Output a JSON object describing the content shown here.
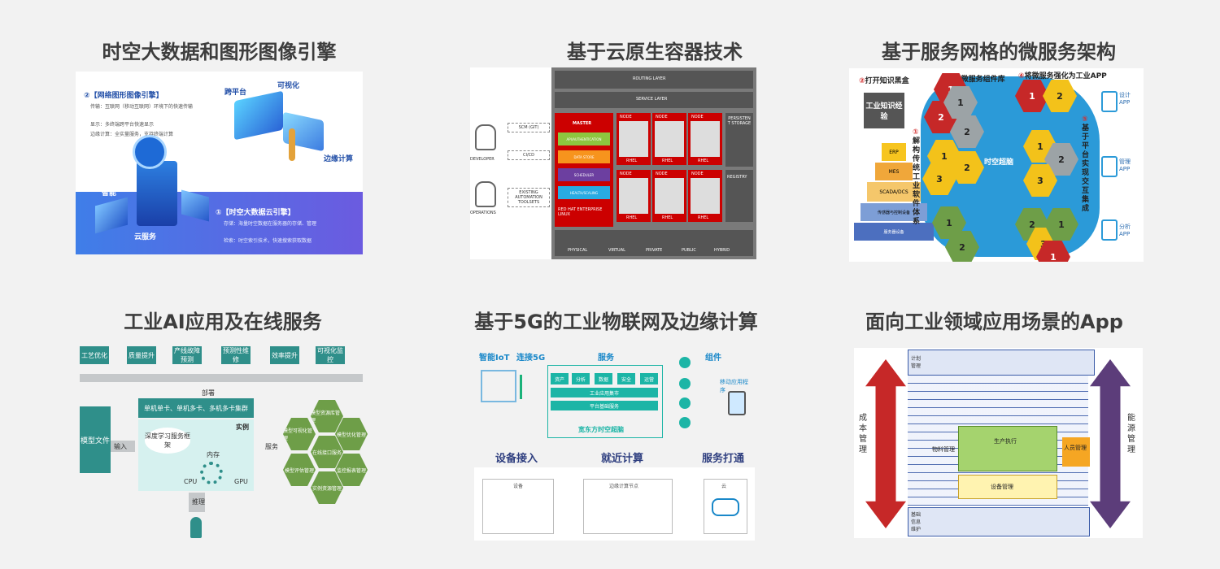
{
  "titles": [
    "时空大数据和图形图像引擎",
    "基于云原生容器技术",
    "基于服务网格的微服务架构",
    "工业AI应用及在线服务",
    "基于5G的工业物联网及边缘计算",
    "面向工业领域应用场景的App"
  ],
  "p1": {
    "sec2_title": "②【网络图形图像引擎】",
    "sec2_items": [
      "传输：互联网（移动互联网）环境下的快速传输",
      "显示：多终端跨平台快速显示",
      "边缘计算：全实量服务，支持终端计算"
    ],
    "cross_platform": "跨平台",
    "visualize": "可视化",
    "edge": "边缘计算",
    "smart": "智能",
    "cloud_service": "云服务",
    "sec1_title": "①【时空大数据云引擎】",
    "sec1_items": [
      "存储：海量时空数据在服务器的存储、管理",
      "检索：时空索引技术，快速搜索获取数据"
    ]
  },
  "p2": {
    "routing": "ROUTING LAYER",
    "service": "SERVICE LAYER",
    "master": "MASTER",
    "master_items": [
      "API/AUTHENTICATION",
      "DATA STORE",
      "SCHEDULER",
      "HEALTH/SCALING"
    ],
    "rhel_long": "RED HAT ENTERPRISE LINUX",
    "node": "NODE",
    "rhel": "RHEL",
    "persistent": "PERSISTEN T STORAGE",
    "registry": "REGISTRY",
    "developer": "DEVELOPER",
    "operations": "OPERATIONS",
    "scm": "SCM (GIT)",
    "cicd": "CI/CD",
    "automation": "EXISTING AUTOMATION TOOLSETS",
    "bottom": [
      "PHYSICAL",
      "VIRTUAL",
      "PRIVATE",
      "PUBLIC",
      "HYBRID"
    ]
  },
  "p3": {
    "step2": "打开知识黑盒",
    "step3": "构建微服务组件库",
    "step4": "将微服务强化为工业APP",
    "knowledge": "工业知识经验",
    "pyramid": [
      "ERP",
      "MES",
      "SCADA/DCS",
      "传感器与控制设备",
      "服务器设备"
    ],
    "step1": "解构传统工业软件体系",
    "center": "时空超脑",
    "step5": "基于平台实现交互集成",
    "apps": [
      "设计 APP",
      "管理 APP",
      "分析 APP"
    ],
    "nums": [
      "①",
      "②",
      "③",
      "④",
      "⑤"
    ]
  },
  "p4": {
    "top": [
      "工艺优化",
      "质量提升",
      "产线故障预测",
      "预测性维修",
      "效率提升",
      "可视化监控"
    ],
    "deploy": "部署",
    "cards": "单机单卡、单机多卡、多机多卡集群",
    "model": "模型文件",
    "input": "输入",
    "framework": "深度学习服务框架",
    "memory": "内存",
    "instance": "实例",
    "cpu": "CPU",
    "gpu": "GPU",
    "service": "服务",
    "infer": "推理",
    "hexes": [
      "模型资源库管理",
      "模型优化管理",
      "模型可视化管理",
      "在线接口服务",
      "监控报表管理",
      "模型评估管理",
      "实例资源管理"
    ]
  },
  "p5": {
    "iot": "智能IoT",
    "conn": "连接5G",
    "service": "服务",
    "component": "组件",
    "chips": [
      "资产",
      "分析",
      "数据",
      "安全",
      "运营"
    ],
    "app_market": "工业应用集市",
    "platform": "平台基础服务",
    "brain": "宽东方时空超脑",
    "mobile": "移动应用程序",
    "dev_access": "设备接入",
    "edge_compute": "就近计算",
    "service_open": "服务打通",
    "device": "设备",
    "edge_node": "边缘计算节点",
    "cloud": "云"
  },
  "p6": {
    "cost": "成本管理",
    "energy": "能源管理",
    "plan": "计划管理",
    "production": "生产执行",
    "material": "物料管理",
    "people": "人员管理",
    "equipment": "设备管理",
    "basic": "基础信息维护"
  },
  "colors": {
    "teal": "#2f8f8a",
    "hex_green": "#6e9e48",
    "redhat": "#cc0000",
    "cloud_blue": "#2b9ad8",
    "cost_red": "#c62828",
    "energy_purple": "#5c3d7a"
  }
}
